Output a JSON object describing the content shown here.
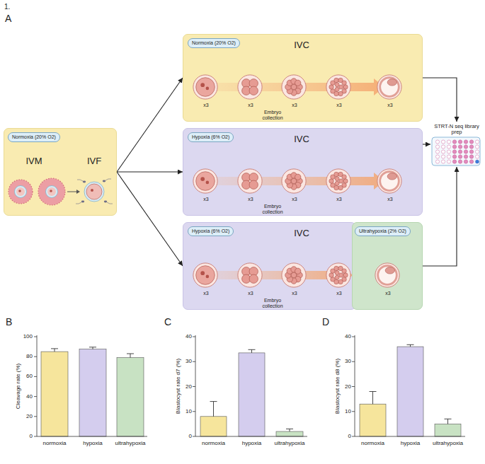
{
  "diagram": {
    "nodes": [
      {
        "text": [
          "IVM",
          "IVF"
        ]
      },
      {
        "text": [
          "Normoxia (20% O2)"
        ],
        "in": 0
      },
      {
        "text": [
          "IVC",
          "x3",
          "x3",
          "x3",
          "x3",
          "x3",
          "Embryo collection"
        ]
      },
      {
        "text": [
          "Normoxia (20% O2)"
        ],
        "in": 2
      },
      {
        "text": [
          "IVC",
          "x3",
          "x3",
          "x3",
          "x3",
          "x3",
          "Embryo collection"
        ]
      },
      {
        "text": [
          "Hypoxia (6% O2)"
        ],
        "in": 4
      },
      {
        "text": [
          "IVC",
          "x3",
          "x3",
          "x3",
          "x3",
          "Embryo collection"
        ]
      },
      {
        "text": [
          "Hypoxia (6% O2)"
        ],
        "in": 6
      },
      {
        "text": [
          "x3"
        ]
      },
      {
        "text": [
          "Ultrahypoxia (2% O2)"
        ],
        "in": 8
      },
      {
        "text": [
          "STRT-N seq library prep"
        ]
      }
    ],
    "edges": [
      {
        "from": 0,
        "to": 2,
        "arrow": "to"
      },
      {
        "from": 0,
        "to": 4,
        "arrow": "to"
      },
      {
        "from": 0,
        "to": 6,
        "arrow": "to"
      },
      {
        "from": 2,
        "to": 10,
        "arrow": "to"
      },
      {
        "from": 4,
        "to": 10,
        "arrow": "to"
      },
      {
        "from": 8,
        "to": 10,
        "arrow": "to"
      }
    ],
    "labels": [
      "1.",
      "A",
      "B",
      "Cleavage rate (%)",
      "0",
      "20",
      "40",
      "60",
      "80",
      "100",
      "normoxia",
      "hypoxia",
      "ultrahypoxia",
      "C",
      "Blastocyst rate d7 (%)",
      "0",
      "10",
      "20",
      "30",
      "40",
      "normoxia",
      "hypoxia",
      "ultrahypoxia",
      "D",
      "Blastocyst rate d8 (%)",
      "0",
      "10",
      "20",
      "30",
      "40",
      "normoxia",
      "hypoxia",
      "ultrahypoxia"
    ]
  }
}
